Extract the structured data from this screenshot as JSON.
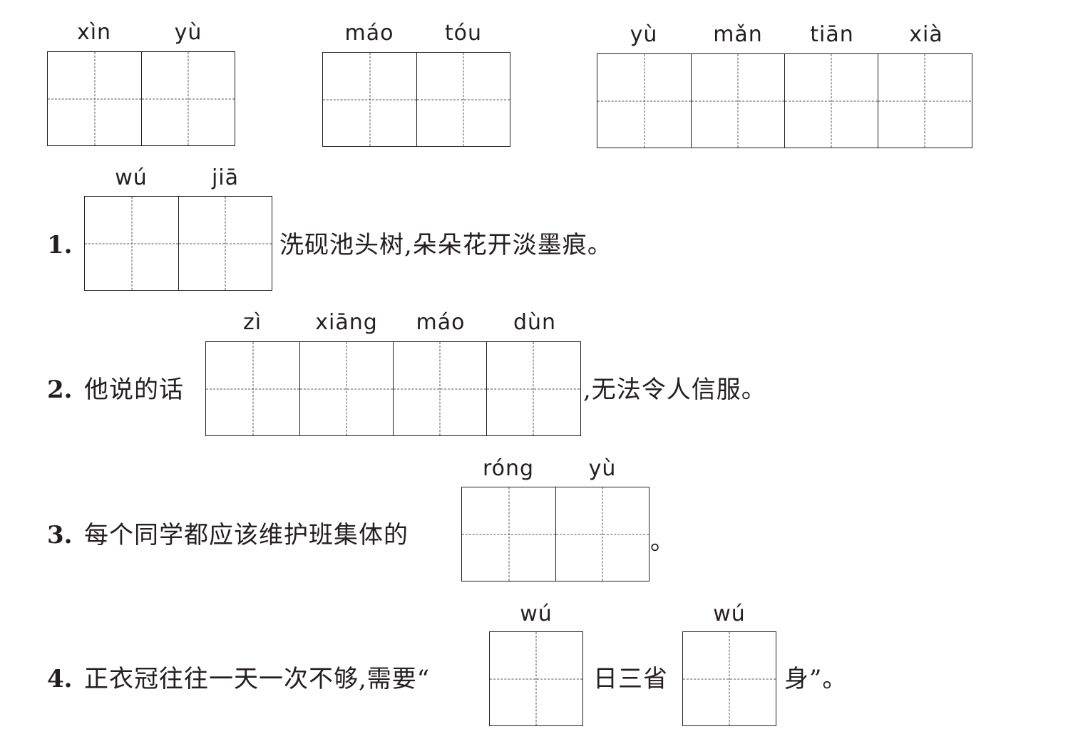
{
  "top_groups": [
    {
      "pinyin": [
        "xìn",
        "yù"
      ]
    },
    {
      "pinyin": [
        "máo",
        "tóu"
      ]
    },
    {
      "pinyin": [
        "yù",
        "mǎn",
        "tiān",
        "xià"
      ]
    }
  ],
  "questions": [
    {
      "number": "1.",
      "pinyin": [
        "wú",
        "jiā"
      ],
      "text_after": "洗砚池头树,朵朵花开淡墨痕。"
    },
    {
      "number": "2.",
      "text_before": "他说的话",
      "pinyin": [
        "zì",
        "xiāng",
        "máo",
        "dùn"
      ],
      "text_after": ",无法令人信服。"
    },
    {
      "number": "3.",
      "text_before": "每个同学都应该维护班集体的",
      "pinyin": [
        "róng",
        "yù"
      ],
      "text_after": "。"
    },
    {
      "number": "4.",
      "text_before": "正衣冠往往一天一次不够,需要“",
      "pinyin_1": [
        "wú"
      ],
      "text_middle": "日三省",
      "pinyin_2": [
        "wú"
      ],
      "text_after": "身”。"
    }
  ]
}
